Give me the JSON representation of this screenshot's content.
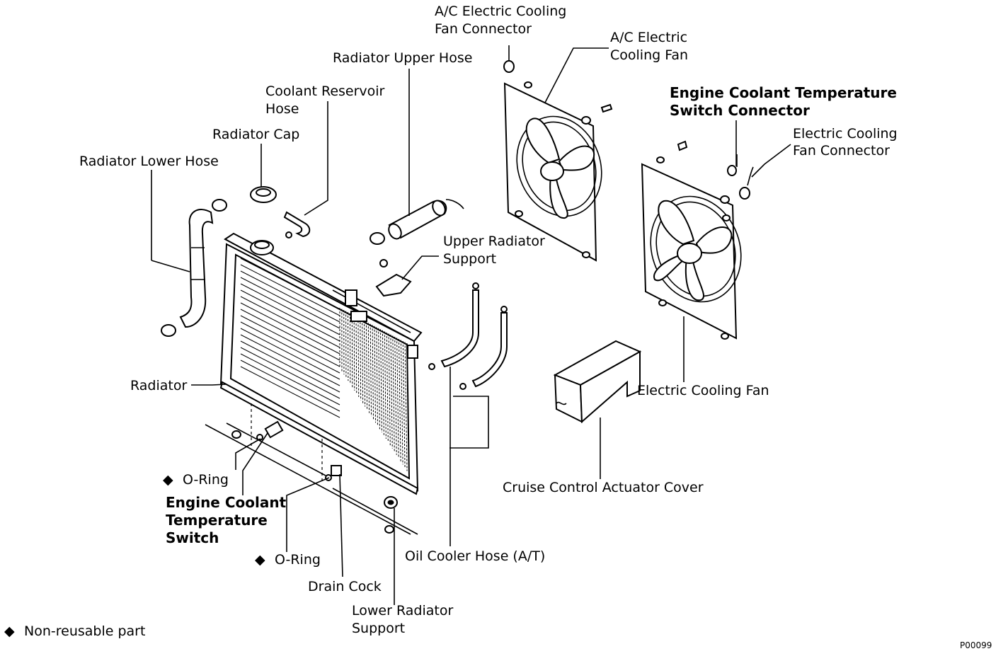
{
  "labels": {
    "ac_connector_1": "A/C Electric Cooling",
    "ac_connector_2": "Fan Connector",
    "ac_fan_1": "A/C Electric",
    "ac_fan_2": "Cooling Fan",
    "upper_hose": "Radiator Upper Hose",
    "reservoir_hose_1": "Coolant Reservoir",
    "reservoir_hose_2": "Hose",
    "radiator_cap": "Radiator Cap",
    "lower_hose": "Radiator Lower Hose",
    "ect_switch_connector_1": "Engine Coolant Temperature",
    "ect_switch_connector_2": "Switch Connector",
    "fan_connector_1": "Electric Cooling",
    "fan_connector_2": "Fan Connector",
    "upper_support_1": "Upper Radiator",
    "upper_support_2": "Support",
    "radiator": "Radiator",
    "electric_fan": "Electric Cooling Fan",
    "cruise_cover": "Cruise Control Actuator Cover",
    "o_ring_1": "O-Ring",
    "ect_switch_1": "Engine Coolant",
    "ect_switch_2": "Temperature",
    "ect_switch_3": "Switch",
    "o_ring_2": "O-Ring",
    "oil_cooler_hose": "Oil Cooler Hose (A/T)",
    "drain_cock": "Drain Cock",
    "lower_support_1": "Lower Radiator",
    "lower_support_2": "Support"
  },
  "legend": {
    "symbol": "◆",
    "text": "Non-reusable part"
  },
  "figure_code": "P00099"
}
